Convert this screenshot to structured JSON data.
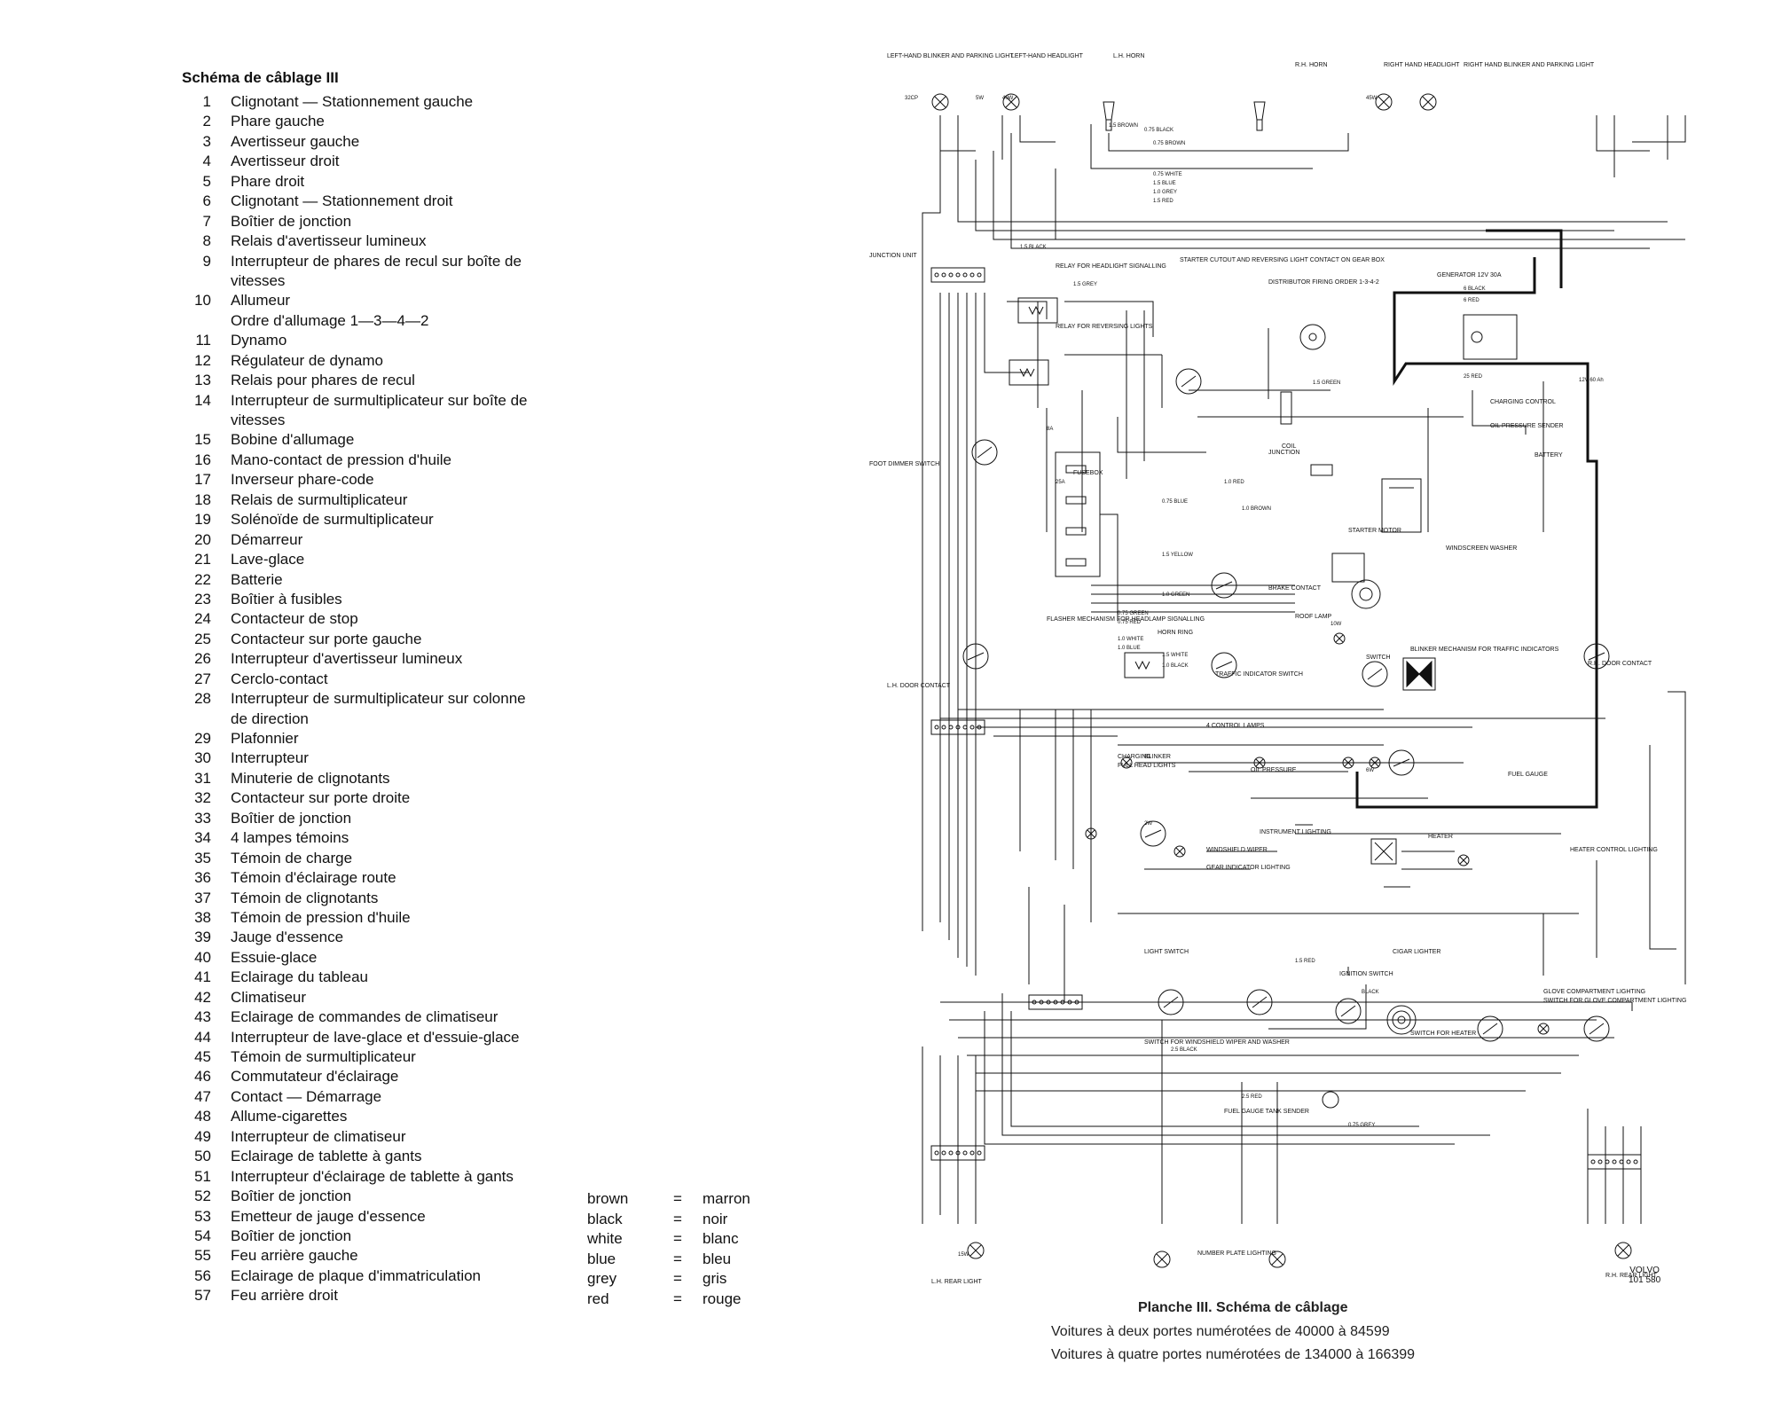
{
  "legend": {
    "title": "Schéma de câblage III",
    "items": [
      {
        "num": "1",
        "text": "Clignotant — Stationnement gauche"
      },
      {
        "num": "2",
        "text": "Phare gauche"
      },
      {
        "num": "3",
        "text": "Avertisseur gauche"
      },
      {
        "num": "4",
        "text": "Avertisseur droit"
      },
      {
        "num": "5",
        "text": "Phare droit"
      },
      {
        "num": "6",
        "text": "Clignotant — Stationnement droit"
      },
      {
        "num": "7",
        "text": "Boîtier de jonction"
      },
      {
        "num": "8",
        "text": "Relais d'avertisseur lumineux"
      },
      {
        "num": "9",
        "text": "Interrupteur de phares de recul sur boîte de"
      },
      {
        "num": "",
        "text": "vitesses"
      },
      {
        "num": "10",
        "text": "Allumeur"
      },
      {
        "num": "",
        "text": "Ordre d'allumage 1—3—4—2"
      },
      {
        "num": "11",
        "text": "Dynamo"
      },
      {
        "num": "12",
        "text": "Régulateur de dynamo"
      },
      {
        "num": "13",
        "text": "Relais pour phares de recul"
      },
      {
        "num": "14",
        "text": "Interrupteur de surmultiplicateur sur boîte de"
      },
      {
        "num": "",
        "text": "vitesses"
      },
      {
        "num": "15",
        "text": "Bobine d'allumage"
      },
      {
        "num": "16",
        "text": "Mano-contact de pression d'huile"
      },
      {
        "num": "17",
        "text": "Inverseur phare-code"
      },
      {
        "num": "18",
        "text": "Relais de surmultiplicateur"
      },
      {
        "num": "19",
        "text": "Solénoïde de surmultiplicateur"
      },
      {
        "num": "20",
        "text": "Démarreur"
      },
      {
        "num": "21",
        "text": "Lave-glace"
      },
      {
        "num": "22",
        "text": "Batterie"
      },
      {
        "num": "23",
        "text": "Boîtier à fusibles"
      },
      {
        "num": "24",
        "text": "Contacteur de stop"
      },
      {
        "num": "25",
        "text": "Contacteur sur porte gauche"
      },
      {
        "num": "26",
        "text": "Interrupteur d'avertisseur lumineux"
      },
      {
        "num": "27",
        "text": "Cerclo-contact"
      },
      {
        "num": "28",
        "text": "Interrupteur de surmultiplicateur sur colonne"
      },
      {
        "num": "",
        "text": "de direction"
      },
      {
        "num": "29",
        "text": "Plafonnier"
      },
      {
        "num": "30",
        "text": "Interrupteur"
      },
      {
        "num": "31",
        "text": "Minuterie de clignotants"
      },
      {
        "num": "32",
        "text": "Contacteur sur porte droite"
      },
      {
        "num": "33",
        "text": "Boîtier de jonction"
      },
      {
        "num": "34",
        "text": "4 lampes témoins"
      },
      {
        "num": "35",
        "text": "Témoin de charge"
      },
      {
        "num": "36",
        "text": "Témoin d'éclairage route"
      },
      {
        "num": "37",
        "text": "Témoin de clignotants"
      },
      {
        "num": "38",
        "text": "Témoin de pression d'huile"
      },
      {
        "num": "39",
        "text": "Jauge d'essence"
      },
      {
        "num": "40",
        "text": "Essuie-glace"
      },
      {
        "num": "41",
        "text": "Eclairage du tableau"
      },
      {
        "num": "42",
        "text": "Climatiseur"
      },
      {
        "num": "43",
        "text": "Eclairage de commandes de climatiseur"
      },
      {
        "num": "44",
        "text": "Interrupteur de lave-glace et d'essuie-glace"
      },
      {
        "num": "45",
        "text": "Témoin de surmultiplicateur"
      },
      {
        "num": "46",
        "text": "Commutateur d'éclairage"
      },
      {
        "num": "47",
        "text": "Contact — Démarrage"
      },
      {
        "num": "48",
        "text": "Allume-cigarettes"
      },
      {
        "num": "49",
        "text": "Interrupteur de climatiseur"
      },
      {
        "num": "50",
        "text": "Eclairage de tablette à gants"
      },
      {
        "num": "51",
        "text": "Interrupteur d'éclairage de tablette à gants"
      },
      {
        "num": "52",
        "text": "Boîtier de jonction"
      },
      {
        "num": "53",
        "text": "Emetteur de jauge d'essence"
      },
      {
        "num": "54",
        "text": "Boîtier de jonction"
      },
      {
        "num": "55",
        "text": "Feu arrière gauche"
      },
      {
        "num": "56",
        "text": "Eclairage de plaque d'immatriculation"
      },
      {
        "num": "57",
        "text": "Feu arrière droit"
      }
    ]
  },
  "colors": [
    {
      "en": "brown",
      "eq": "=",
      "fr": "marron"
    },
    {
      "en": "black",
      "eq": "=",
      "fr": "noir"
    },
    {
      "en": "white",
      "eq": "=",
      "fr": "blanc"
    },
    {
      "en": "blue",
      "eq": "=",
      "fr": "bleu"
    },
    {
      "en": "grey",
      "eq": "=",
      "fr": "gris"
    },
    {
      "en": "red",
      "eq": "=",
      "fr": "rouge"
    }
  ],
  "plate": {
    "title": "Planche III.  Schéma de câblage",
    "sub1": "Voitures à deux portes numérotées de 40000 à 84599",
    "sub2": "Voitures à quatre portes numérotées de 134000 à 166399"
  },
  "stamp": {
    "brand": "VOLVO",
    "code": "101 580"
  },
  "diagram": {
    "labels": [
      "LEFT-HAND BLINKER AND PARKING LIGHT",
      "LEFT-HAND HEADLIGHT",
      "L.H. HORN",
      "R.H. HORN",
      "RIGHT HAND HEADLIGHT",
      "RIGHT HAND BLINKER AND PARKING LIGHT",
      "JUNCTION UNIT",
      "RELAY FOR HEADLIGHT SIGNALLING",
      "RELAY FOR REVERSING LIGHTS",
      "STARTER CUTOUT AND REVERSING LIGHT CONTACT ON GEAR BOX",
      "DISTRIBUTOR FIRING ORDER 1-3-4-2",
      "GENERATOR 12V 30A",
      "CHARGING CONTROL",
      "OIL PRESSURE SENDER",
      "COIL",
      "JUNCTION",
      "FOOT DIMMER SWITCH",
      "FUSEBOX",
      "BATTERY",
      "STARTER MOTOR",
      "WINDSCREEN WASHER",
      "BRAKE CONTACT",
      "ROOF LAMP",
      "SWITCH",
      "L.H. DOOR CONTACT",
      "R.H. DOOR CONTACT",
      "FLASHER MECHANISM FOR HEADLAMP SIGNALLING",
      "HORN RING",
      "BLINKER MECHANISM FOR TRAFFIC INDICATORS",
      "TRAFFIC INDICATOR SWITCH",
      "4 CONTROL LAMPS",
      "CHARGING",
      "FULL HEAD LIGHTS",
      "BLINKER",
      "OIL PRESSURE",
      "FUEL GAUGE",
      "INSTRUMENT LIGHTING",
      "WINDSHIELD WIPER",
      "GEAR INDICATOR LIGHTING",
      "HEATER",
      "HEATER CONTROL LIGHTING",
      "LIGHT SWITCH",
      "IGNITION SWITCH",
      "CIGAR LIGHTER",
      "GLOVE COMPARTMENT LIGHTING",
      "SWITCH FOR GLOVE COMPARTMENT LIGHTING",
      "SWITCH FOR HEATER",
      "SWITCH FOR WINDSHIELD WIPER AND WASHER",
      "FUEL GAUGE TANK SENDER",
      "NUMBER PLATE LIGHTING",
      "L.H. REAR LIGHT",
      "R.H. REAR LIGHT"
    ],
    "wires": [
      "1.5 BROWN",
      "0.75 BLACK",
      "0.75 BROWN",
      "0.75 WHITE",
      "1.5 BLUE",
      "1.0 GREY",
      "1.5 RED",
      "1.5 BLACK",
      "1.5 GREY",
      "1.5 GREEN",
      "6 BLACK",
      "6 RED",
      "25 RED",
      "2.5 RED",
      "1.0 BROWN",
      "1.0 RED",
      "0.75 BLUE",
      "1.5 YELLOW",
      "0.75 GREEN",
      "0.75 RED",
      "1.0 WHITE",
      "1.0 BLUE",
      "1.0 GREEN",
      "1.5 WHITE",
      "1.0 BLACK",
      "2.5 BLACK",
      "0.75 GREY",
      "1.5 RED",
      "BLACK"
    ],
    "ratings": [
      "32CP",
      "5W",
      "40W",
      "45W",
      "12V 60 Ah",
      "10W",
      "2W",
      "6W",
      "15W",
      "8A",
      "25A"
    ]
  }
}
